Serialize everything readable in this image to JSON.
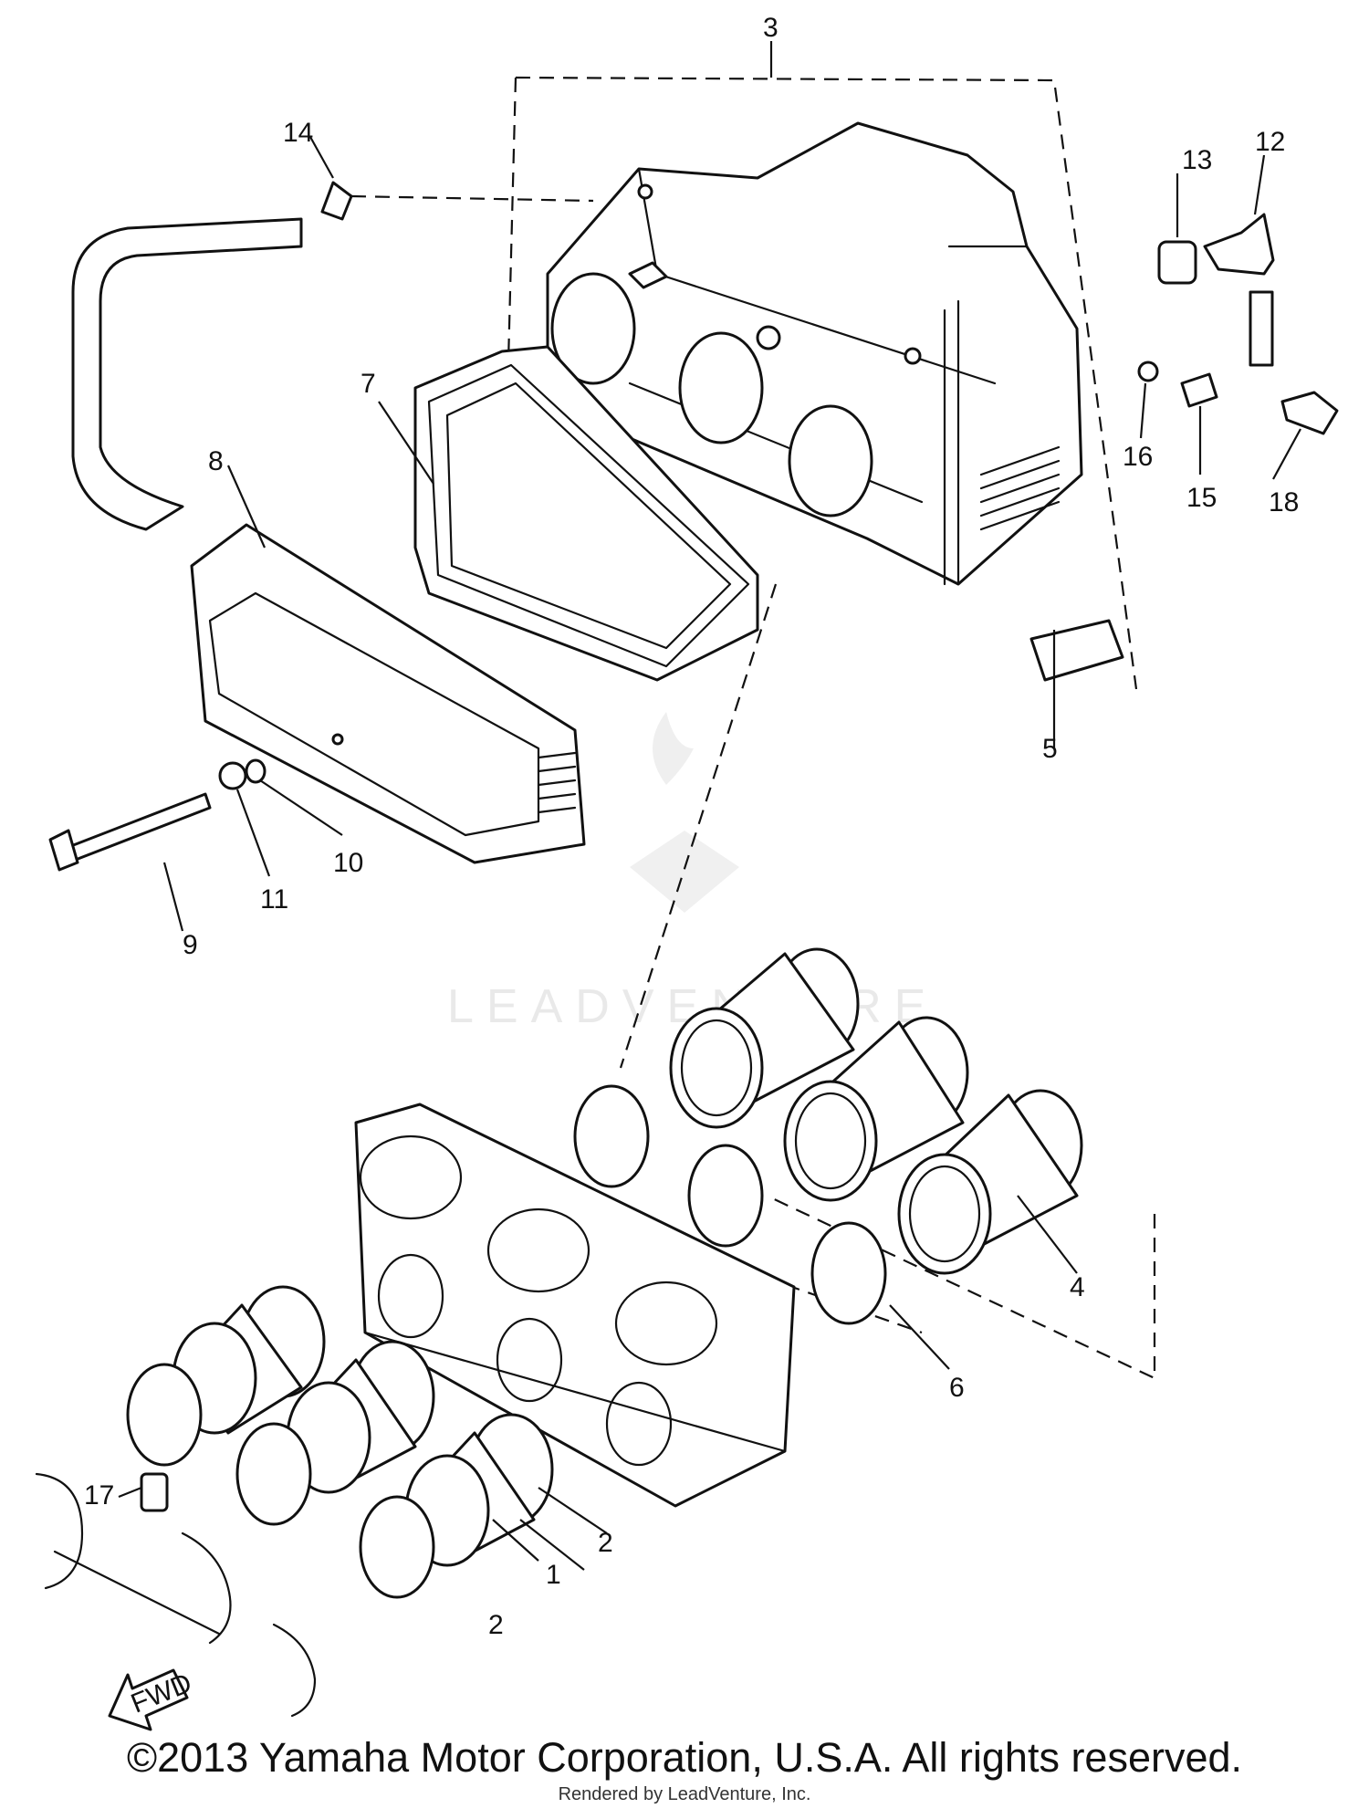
{
  "callouts": [
    "1",
    "2",
    "2",
    "3",
    "4",
    "5",
    "6",
    "7",
    "8",
    "9",
    "10",
    "11",
    "12",
    "13",
    "14",
    "15",
    "16",
    "17",
    "18"
  ],
  "fwd_label": "FWD",
  "watermark": "LEADVENTURE",
  "copyright": "©2013 Yamaha Motor Corporation, U.S.A. All rights reserved.",
  "rendered_by": "Rendered by LeadVenture, Inc."
}
